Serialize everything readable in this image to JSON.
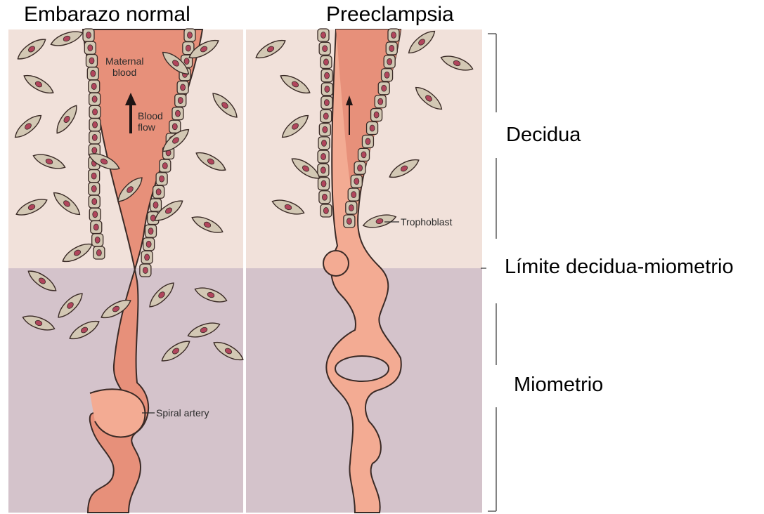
{
  "titles": {
    "left": "Embarazo normal",
    "right": "Preeclampsia"
  },
  "layers": {
    "decidua": "Decidua",
    "boundary": "Límite decidua-miometrio",
    "myometrium": "Miometrio"
  },
  "annotations": {
    "maternal_blood_line1": "Maternal",
    "maternal_blood_line2": "blood",
    "blood_flow_line1": "Blood",
    "blood_flow_line2": "flow",
    "trophoblast": "Trophoblast",
    "spiral_artery": "Spiral artery"
  },
  "colors": {
    "decidua_bg": "#f1e1da",
    "myometrium_bg": "#d4c3cb",
    "artery_lumen": "#e7907a",
    "artery_coil": "#f3ab93",
    "cell_fill": "#d3c8b4",
    "nucleus": "#b0455c"
  }
}
